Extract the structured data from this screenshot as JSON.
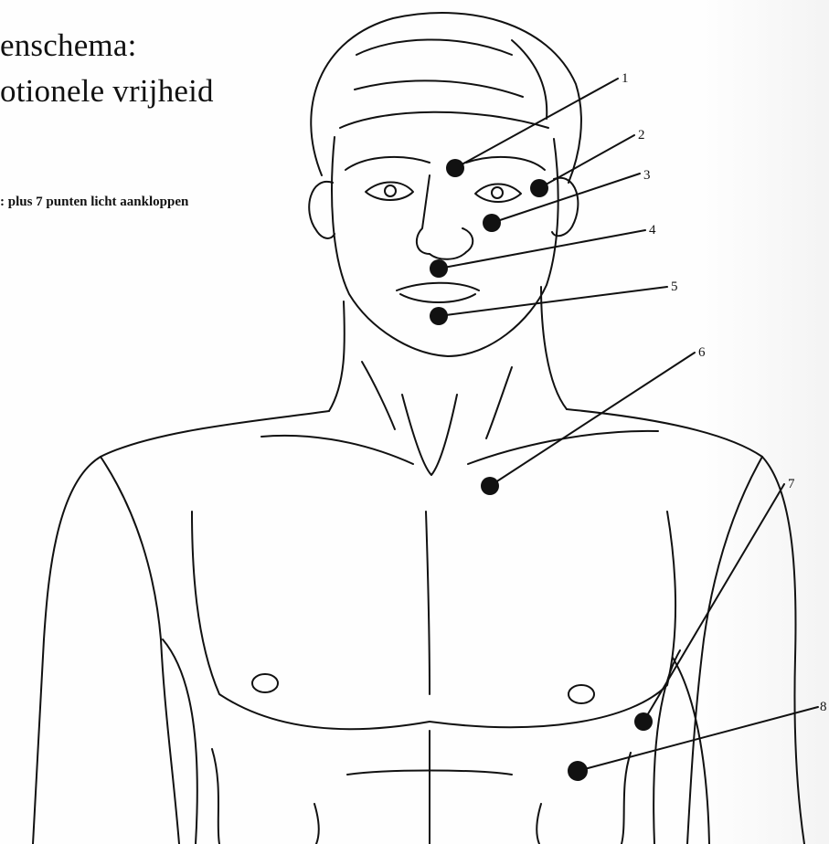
{
  "title": {
    "line1": "enschema:",
    "line2": "otionele vrijheid"
  },
  "instruction": ": plus 7 punten licht aankloppen",
  "points": [
    {
      "label": "1"
    },
    {
      "label": "2"
    },
    {
      "label": "3"
    },
    {
      "label": "4"
    },
    {
      "label": "5"
    },
    {
      "label": "6"
    },
    {
      "label": "7"
    },
    {
      "label": "8"
    }
  ],
  "colors": {
    "ink": "#111111",
    "paper": "#fefefe"
  }
}
